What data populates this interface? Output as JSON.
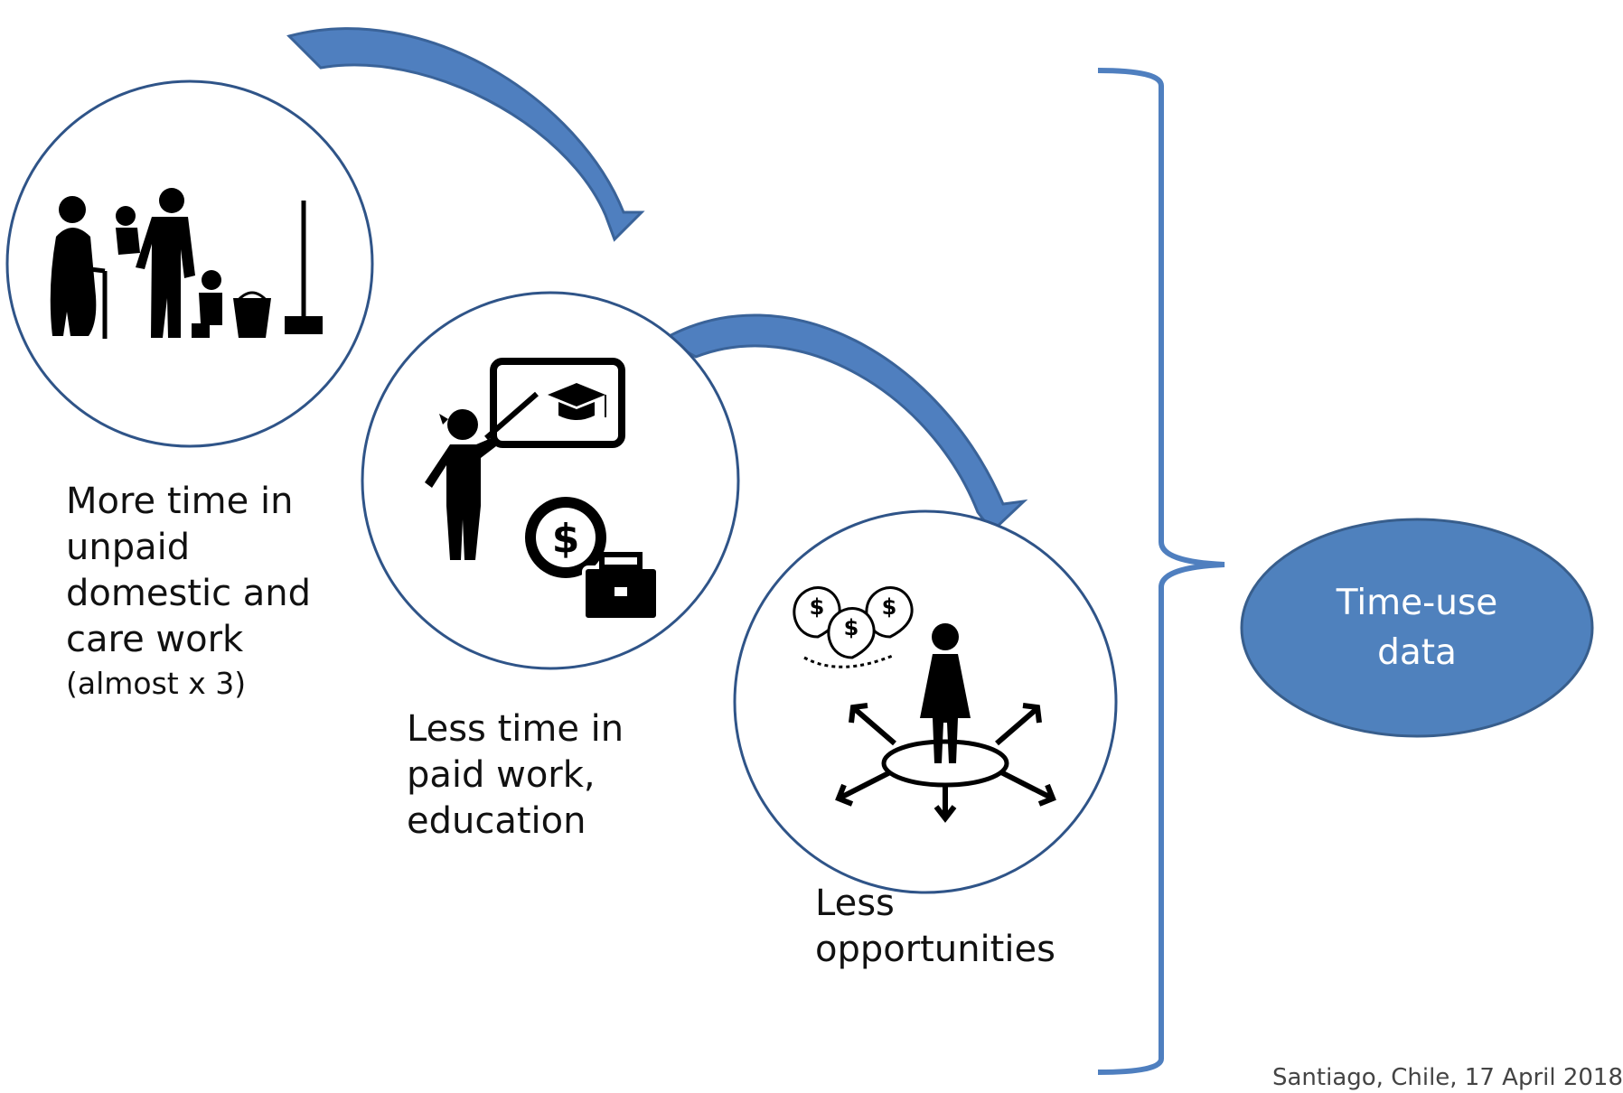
{
  "stages": [
    {
      "label_lines": [
        "More time in",
        "unpaid",
        "domestic and",
        "care work"
      ],
      "note": "(almost x 3)",
      "icon": "family-care-icon"
    },
    {
      "label_lines": [
        "Less time in",
        "paid work,",
        "education"
      ],
      "icon": "teacher-money-icon"
    },
    {
      "label_lines": [
        "Less",
        "opportunities"
      ],
      "icon": "woman-crossroads-icon"
    }
  ],
  "result": {
    "label_lines": [
      "Time-use",
      "data"
    ]
  },
  "footer": "Santiago, Chile, 17 April 2018",
  "colors": {
    "circle_stroke": "#2f5488",
    "arrow_fill": "#4f7fbf",
    "arrow_stroke": "#3a6399",
    "bracket": "#4f7fbf",
    "oval_fill": "#4f81bd",
    "oval_stroke": "#385e8c",
    "icon": "#000000"
  }
}
